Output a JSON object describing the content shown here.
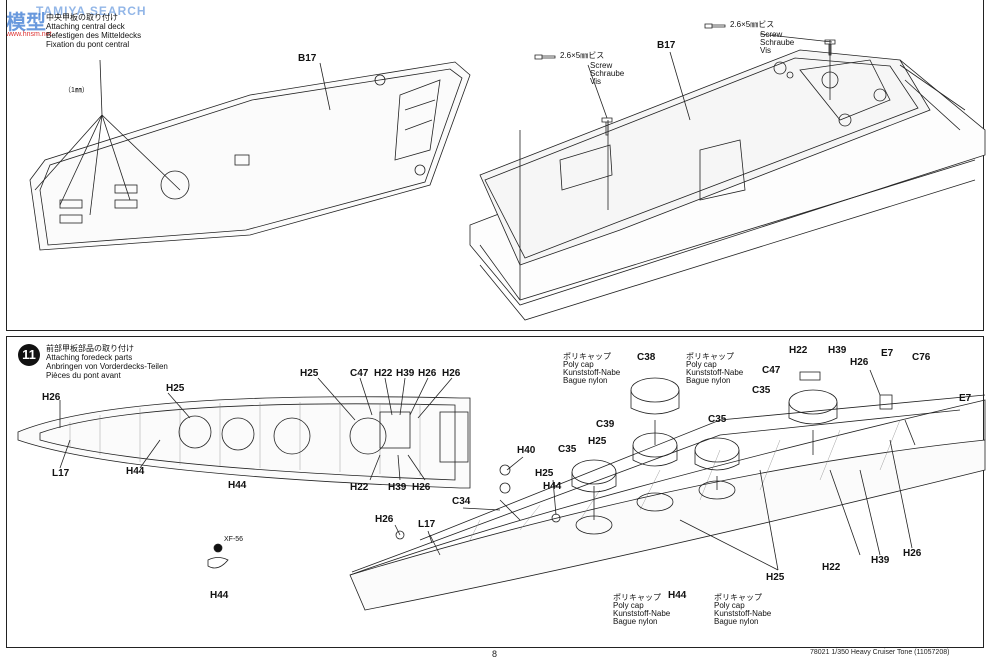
{
  "watermark": {
    "text": "TAMIYA SEARCH",
    "cn": "模型",
    "url": "www.hnsm.net"
  },
  "top_panel": {
    "step_title_jp": "中央甲板の取り付け",
    "step_title_en": "Attaching central deck",
    "step_title_de": "Befestigen des Mitteldecks",
    "step_title_fr": "Fixation du pont central",
    "wire_note": "（1㎜）",
    "part_b17_left": "B17",
    "part_b17_right": "B17",
    "screw_top": {
      "size": "2.6×5㎜ビス",
      "en": "Screw",
      "de": "Schraube",
      "fr": "Vis"
    },
    "screw_left": {
      "size": "2.6×5㎜ビス",
      "en": "Screw",
      "de": "Schraube",
      "fr": "Vis"
    }
  },
  "bottom_panel": {
    "step_number": "11",
    "step_title_jp": "前部甲板部品の取り付け",
    "step_title_en": "Attaching foredeck parts",
    "step_title_de": "Anbringen von Vorderdecks-Teilen",
    "step_title_fr": "Pièces du pont avant",
    "left_parts": {
      "h26": "H26",
      "h25": "H25",
      "l17": "L17",
      "h44a": "H44",
      "h44b": "H44",
      "h25b": "H25",
      "c47": "C47",
      "h22": "H22",
      "h39": "H39",
      "h26b": "H26",
      "h26c": "H26",
      "h22b": "H22",
      "h39b": "H39",
      "h26d": "H26"
    },
    "xf_color": "XF-56",
    "xf_part": "H44",
    "polycap1": {
      "jp": "ポリキャップ",
      "en": "Poly cap",
      "de": "Kunststoff-Nabe",
      "fr": "Bague nylon"
    },
    "polycap2": {
      "jp": "ポリキャップ",
      "en": "Poly cap",
      "de": "Kunststoff-Nabe",
      "fr": "Bague nylon"
    },
    "polycap3": {
      "jp": "ポリキャップ",
      "en": "Poly cap",
      "de": "Kunststoff-Nabe",
      "fr": "Bague nylon"
    },
    "polycap4": {
      "jp": "ポリキャップ",
      "en": "Poly cap",
      "de": "Kunststoff-Nabe",
      "fr": "Bague nylon"
    },
    "right_parts": {
      "c38": "C38",
      "c39": "C39",
      "c35a": "C35",
      "c35b": "C35",
      "c35c": "C35",
      "h25a": "H25",
      "h25b": "H25",
      "h25c": "H25",
      "h40": "H40",
      "h44": "H44",
      "h44b": "H44",
      "c34": "C34",
      "h26": "H26",
      "l17": "L17",
      "h22": "H22",
      "h22b": "H22",
      "c47": "C47",
      "h39": "H39",
      "h39b": "H39",
      "h26b": "H26",
      "h26c": "H26",
      "e7a": "E7",
      "e7b": "E7",
      "c76": "C76"
    }
  },
  "footer": {
    "page": "8",
    "code": "78021 1/350 Heavy Cruiser Tone (11057208)"
  }
}
